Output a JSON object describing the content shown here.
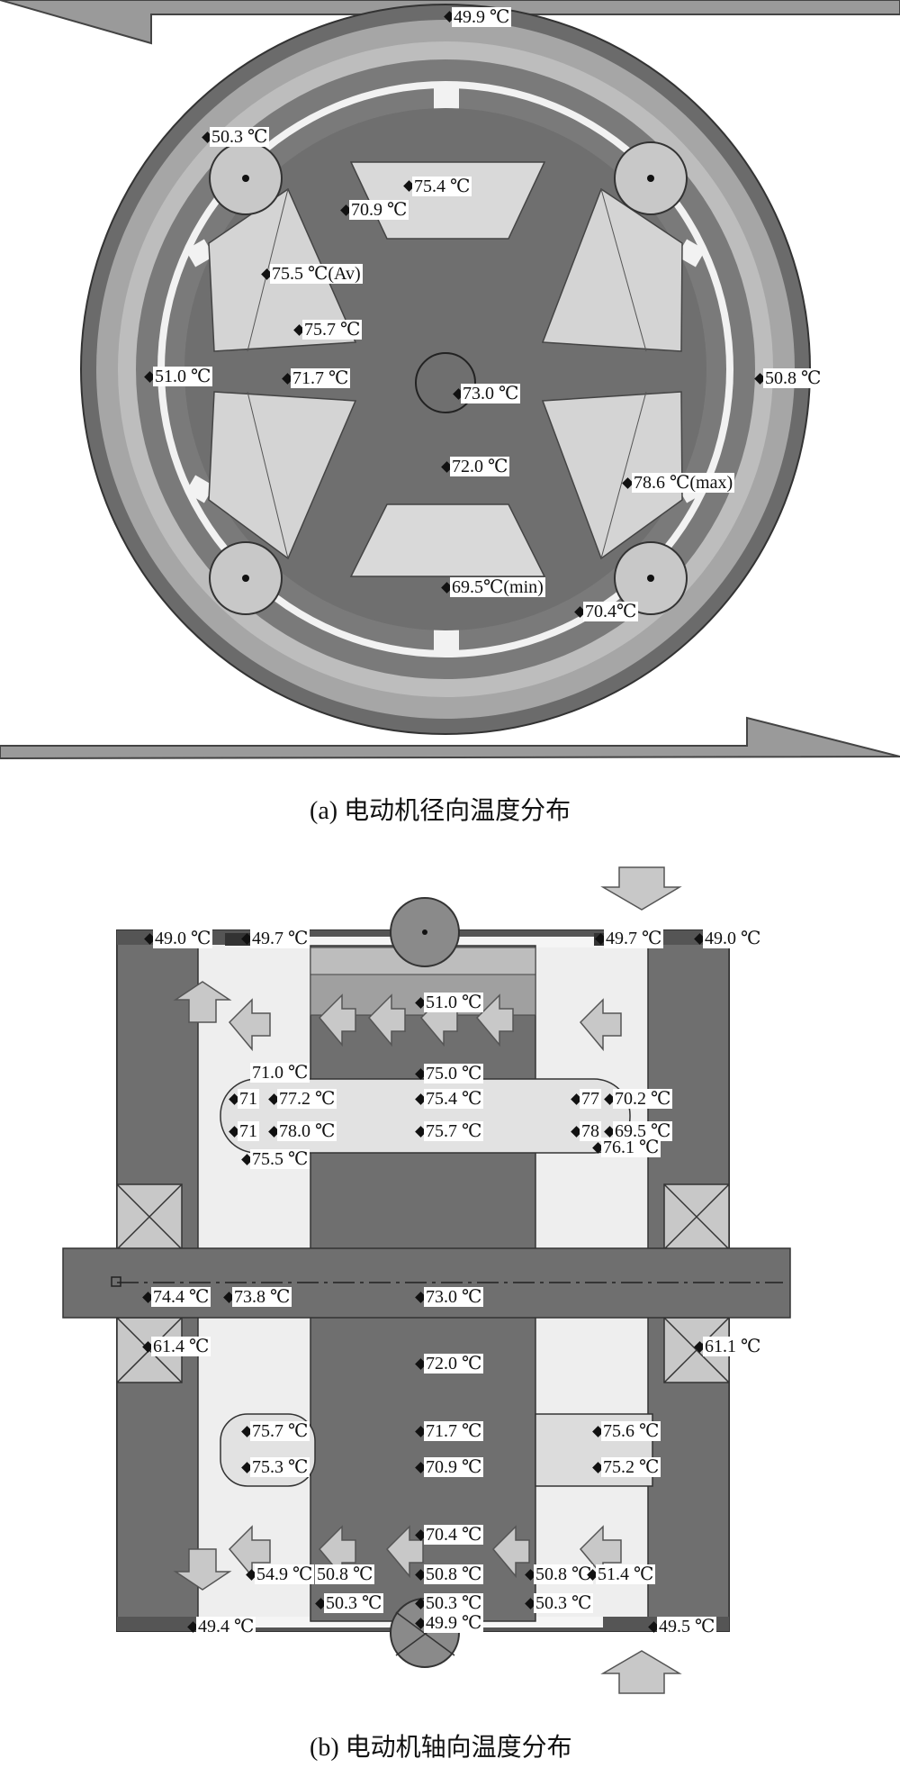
{
  "captions": {
    "a": "(a) 电动机径向温度分布",
    "b": "(b) 电动机轴向温度分布"
  },
  "radial_labels": [
    "49.9 ℃",
    "50.3 ℃",
    "75.4 ℃",
    "70.9 ℃",
    "75.5 ℃(Av)",
    "75.7 ℃",
    "51.0 ℃",
    "71.7 ℃",
    "73.0 ℃",
    "50.8 ℃",
    "72.0 ℃",
    "78.6 ℃(max)",
    "69.5℃(min)",
    "70.4℃"
  ],
  "axial_labels": [
    "49.0 ℃",
    "49.7 ℃",
    "49.7 ℃",
    "49.0 ℃",
    "51.0 ℃",
    "71.0 ℃",
    "75.0 ℃",
    "71",
    "77.2 ℃",
    "75.4 ℃",
    "77",
    "70.2 ℃",
    "71",
    "78.0 ℃",
    "75.7 ℃",
    "78",
    "69.5 ℃",
    "76.1 ℃",
    "75.5 ℃",
    "74.4 ℃",
    "73.8 ℃",
    "73.0 ℃",
    "61.4 ℃",
    "61.1 ℃",
    "72.0 ℃",
    "75.7 ℃",
    "71.7 ℃",
    "75.6 ℃",
    "75.3 ℃",
    "70.9 ℃",
    "75.2 ℃",
    "70.4 ℃",
    "54.9 ℃",
    "50.8 ℃",
    "50.8 ℃",
    "50.8 ℃",
    "51.4 ℃",
    "50.3 ℃",
    "50.3 ℃",
    "50.3 ℃",
    "49.9 ℃",
    "49.4 ℃",
    "49.5 ℃"
  ]
}
